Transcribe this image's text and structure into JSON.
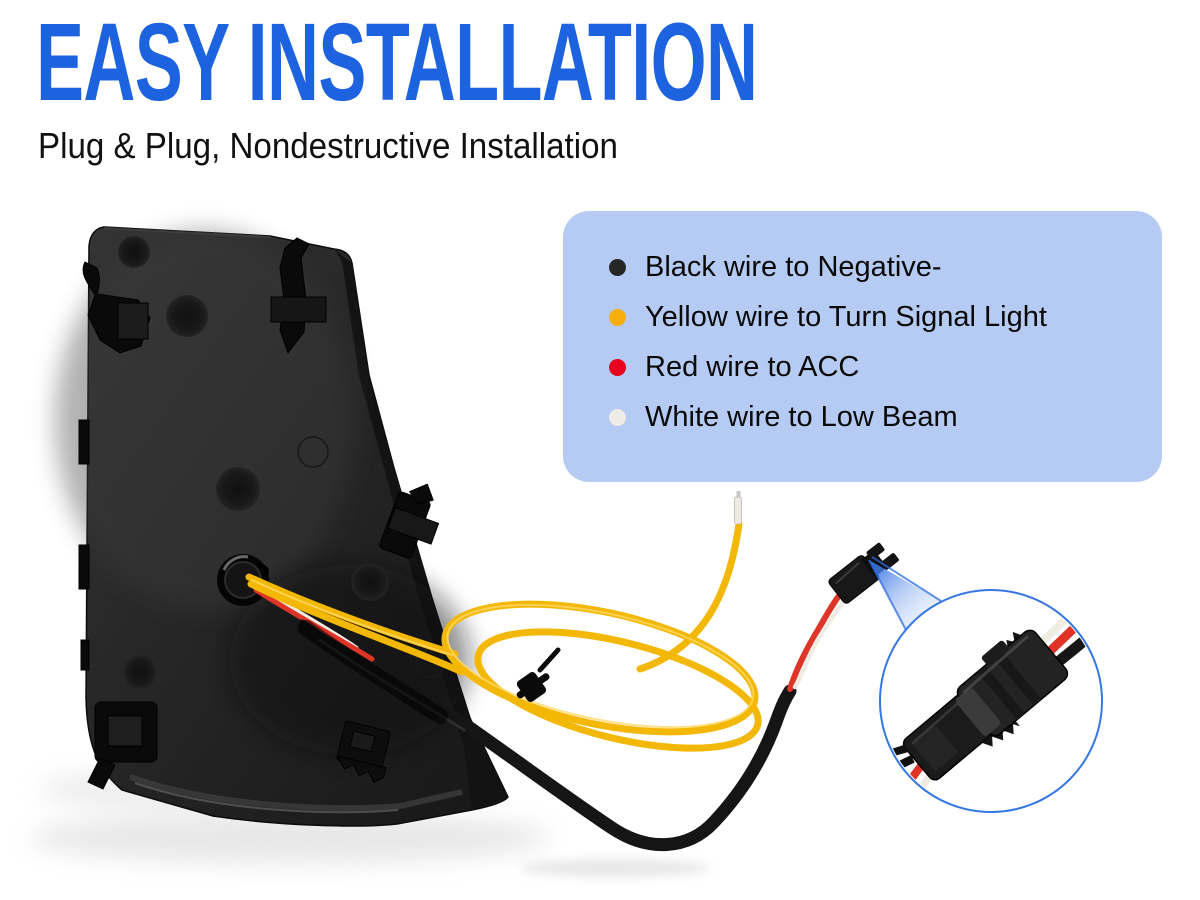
{
  "header": {
    "title": "EASY INSTALLATION",
    "title_color": "#1d63e0",
    "subtitle": "Plug & Plug, Nondestructive Installation",
    "subtitle_color": "#111111"
  },
  "legend": {
    "bg": "#b6cbf3",
    "text_color": "#0a0a0a",
    "items": [
      {
        "label": "Black wire to Negative-",
        "wire": "black",
        "dot_color": "#262626"
      },
      {
        "label": "Yellow wire to Turn Signal Light",
        "wire": "yellow",
        "dot_color": "#f5ae0c"
      },
      {
        "label": "Red wire to ACC",
        "wire": "red",
        "dot_color": "#e8001e"
      },
      {
        "label": "White wire to Low Beam",
        "wire": "white",
        "dot_color": "#efedea"
      }
    ]
  },
  "photo": {
    "subject": "rear of black turn-signal lamp housing with wiring harness and SM connector",
    "wire_colors": {
      "yellow": "#f3b705",
      "red": "#dd3528",
      "white": "#f0ece4",
      "black": "#151515"
    },
    "callout": {
      "circle_border": "#3577e3",
      "beam_color": "#2f6ee0"
    }
  }
}
